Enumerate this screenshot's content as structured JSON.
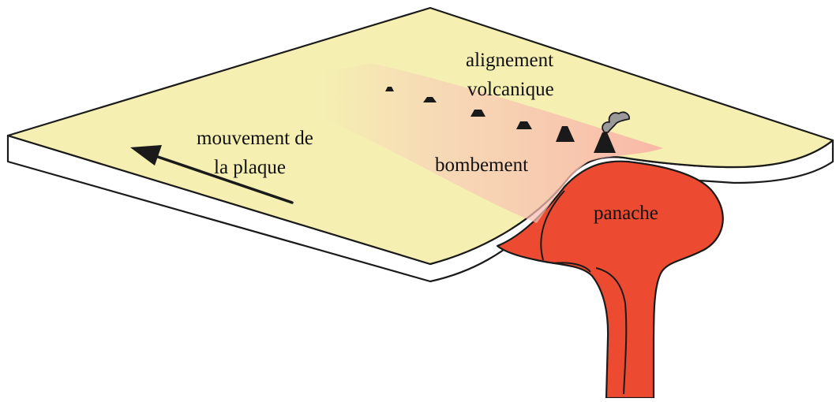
{
  "labels": {
    "alignment_line1": "alignement",
    "alignment_line2": "volcanique",
    "movement_line1": "mouvement de",
    "movement_line2": "la plaque",
    "swell": "bombement",
    "plume": "panache"
  },
  "colors": {
    "plate_top": "#f5efb2",
    "plate_edge": "#ffffff",
    "swell_glow": "#f8c6b8",
    "plume": "#ec4a31",
    "outline": "#1a1a1a",
    "volcano": "#1a1a1a",
    "smoke": "#9a9a9a"
  },
  "icons": {
    "movement_arrow": "arrow-left-up-icon",
    "active_volcano": "volcano-smoke-icon"
  }
}
